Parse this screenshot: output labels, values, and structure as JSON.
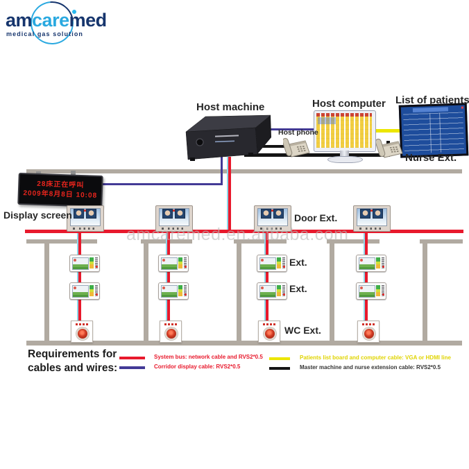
{
  "logo": {
    "part1": "am",
    "part2": "care",
    "part3": "med",
    "tagline": "medical gas solution"
  },
  "watermark": "amcaremed.en.alibaba.com",
  "labels": {
    "host_machine": "Host machine",
    "host_computer": "Host computer",
    "list_of_patients": "List of patients",
    "host_phone": "Host phone",
    "nurse_ext": "Nurse Ext.",
    "display_screen": "Display screen",
    "door_ext": "Door Ext.",
    "ext_a": "Ext.",
    "ext_b": "Ext.",
    "wc_ext": "WC Ext."
  },
  "display_board": {
    "line1": "28床正在呼叫",
    "line2": "2009年8月8日  10:08"
  },
  "legend": {
    "title_line1": "Requirements for",
    "title_line2": "cables and wires:",
    "items": [
      {
        "swatch_color": "#e8192c",
        "text": "System bus:  network cable and RVS2*0.5"
      },
      {
        "swatch_color": "#433a96",
        "text": "Corridor display cable:  RVS2*0.5"
      },
      {
        "swatch_color": "#ece600",
        "text": "Patients list board and computer cable: VGA or HDMI line"
      },
      {
        "swatch_color": "#141414",
        "text": "Master machine and nurse extension cable: RVS2*0.5"
      }
    ]
  },
  "colors": {
    "system_bus_red": "#e8192c",
    "bus_cyan_edge": "#8fd8ea",
    "corridor_cable_purple": "#433a96",
    "patients_cable_yellow": "#ece600",
    "nurse_cable_black": "#141414",
    "wall_gray": "#b1aaa1",
    "logo_navy": "#16356d",
    "logo_blue": "#2aa9e0",
    "led_text_red": "#e8251d"
  }
}
